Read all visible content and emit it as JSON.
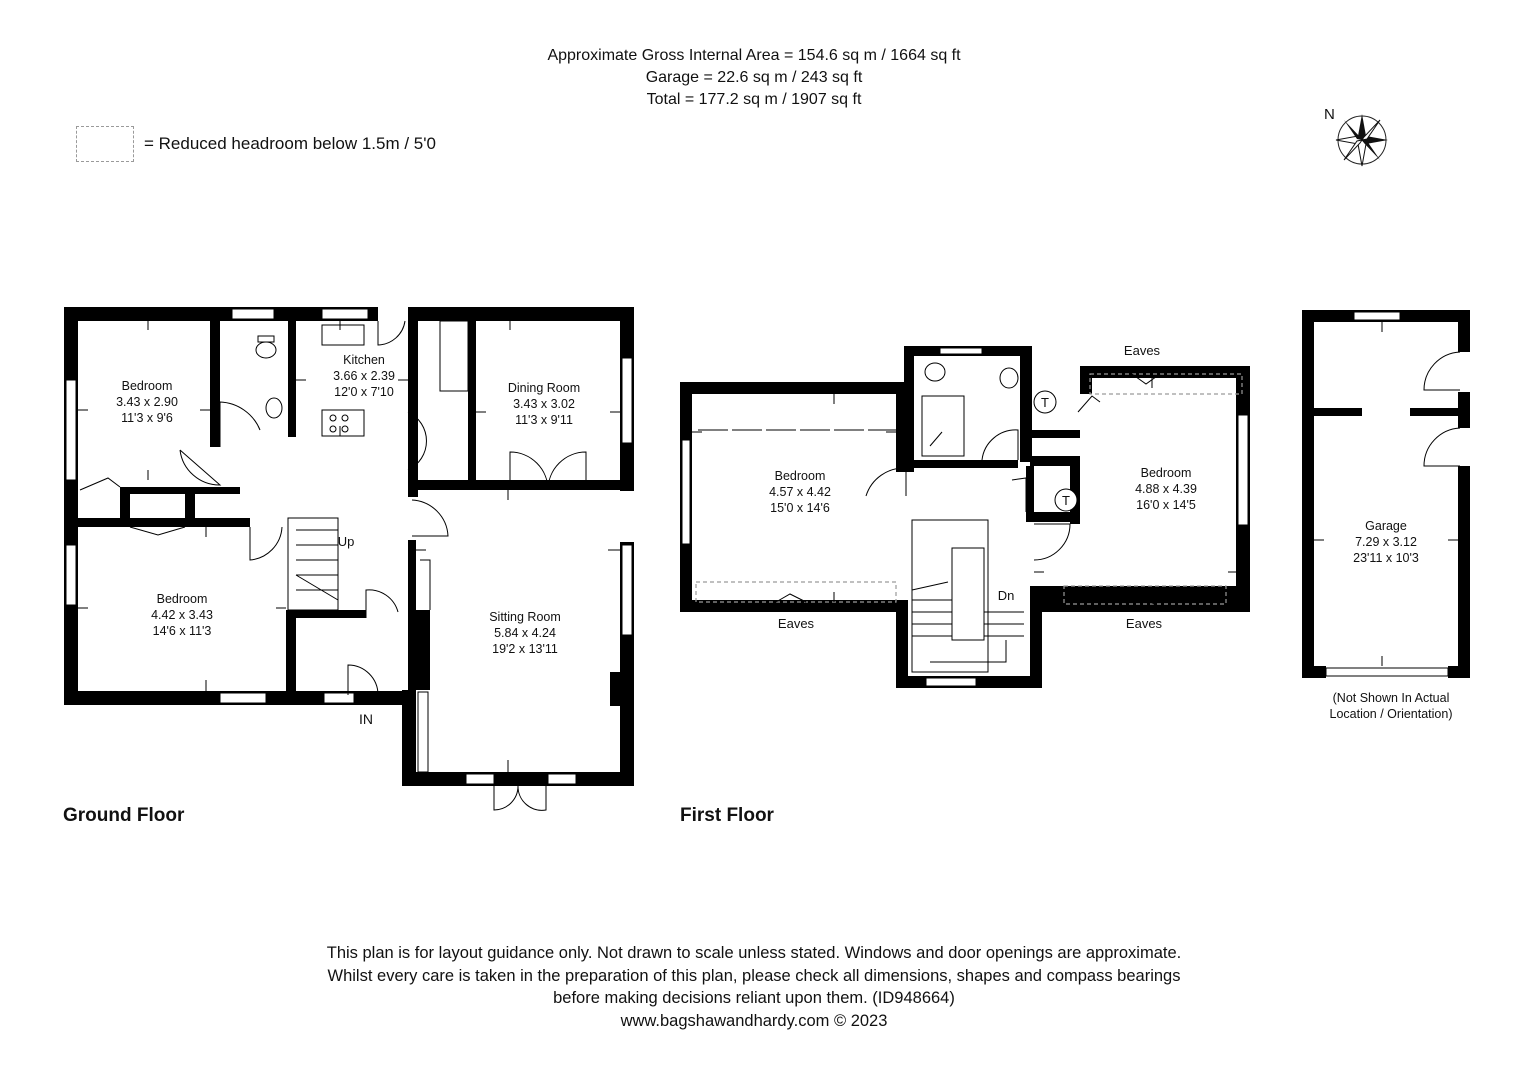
{
  "header": {
    "line1": "Approximate Gross Internal Area = 154.6 sq m / 1664 sq ft",
    "line2": "Garage = 22.6 sq m / 243 sq ft",
    "line3": "Total =  177.2 sq m / 1907 sq ft"
  },
  "legend": {
    "text": "= Reduced headroom below 1.5m / 5'0"
  },
  "compass": {
    "label": "N"
  },
  "ground_floor": {
    "title": "Ground Floor",
    "rooms": [
      {
        "name": "Bedroom",
        "metric": "3.43 x 2.90",
        "imperial": "11'3 x 9'6"
      },
      {
        "name": "Kitchen",
        "metric": "3.66 x 2.39",
        "imperial": "12'0 x 7'10"
      },
      {
        "name": "Dining Room",
        "metric": "3.43 x 3.02",
        "imperial": "11'3 x 9'11"
      },
      {
        "name": "Bedroom",
        "metric": "4.42 x 3.43",
        "imperial": "14'6 x 11'3"
      },
      {
        "name": "Sitting Room",
        "metric": "5.84 x 4.24",
        "imperial": "19'2 x 13'11"
      }
    ],
    "up_label": "Up",
    "in_label": "IN"
  },
  "first_floor": {
    "title": "First Floor",
    "rooms": [
      {
        "name": "Bedroom",
        "metric": "4.57 x 4.42",
        "imperial": "15'0 x 14'6"
      },
      {
        "name": "Bedroom",
        "metric": "4.88 x 4.39",
        "imperial": "16'0 x 14'5"
      }
    ],
    "dn_label": "Dn",
    "eaves_labels": [
      "Eaves",
      "Eaves",
      "Eaves"
    ],
    "tank_labels": [
      "T",
      "T"
    ]
  },
  "garage": {
    "name": "Garage",
    "metric": "7.29 x 3.12",
    "imperial": "23'11 x 10'3",
    "note_line1": "(Not Shown In Actual",
    "note_line2": "Location / Orientation)"
  },
  "footer": {
    "line1": "This plan is for layout guidance only. Not drawn to scale unless stated. Windows and door openings are approximate.",
    "line2": "Whilst every care is taken in the preparation of this plan, please check all dimensions, shapes and compass bearings",
    "line3": "before making decisions reliant upon them. (ID948664)",
    "line4": "www.bagshawandhardy.com © 2023"
  },
  "colors": {
    "wall": "#000000",
    "window": "#ffffff",
    "eaves_dash": "#9a9a9a",
    "text": "#111111"
  }
}
